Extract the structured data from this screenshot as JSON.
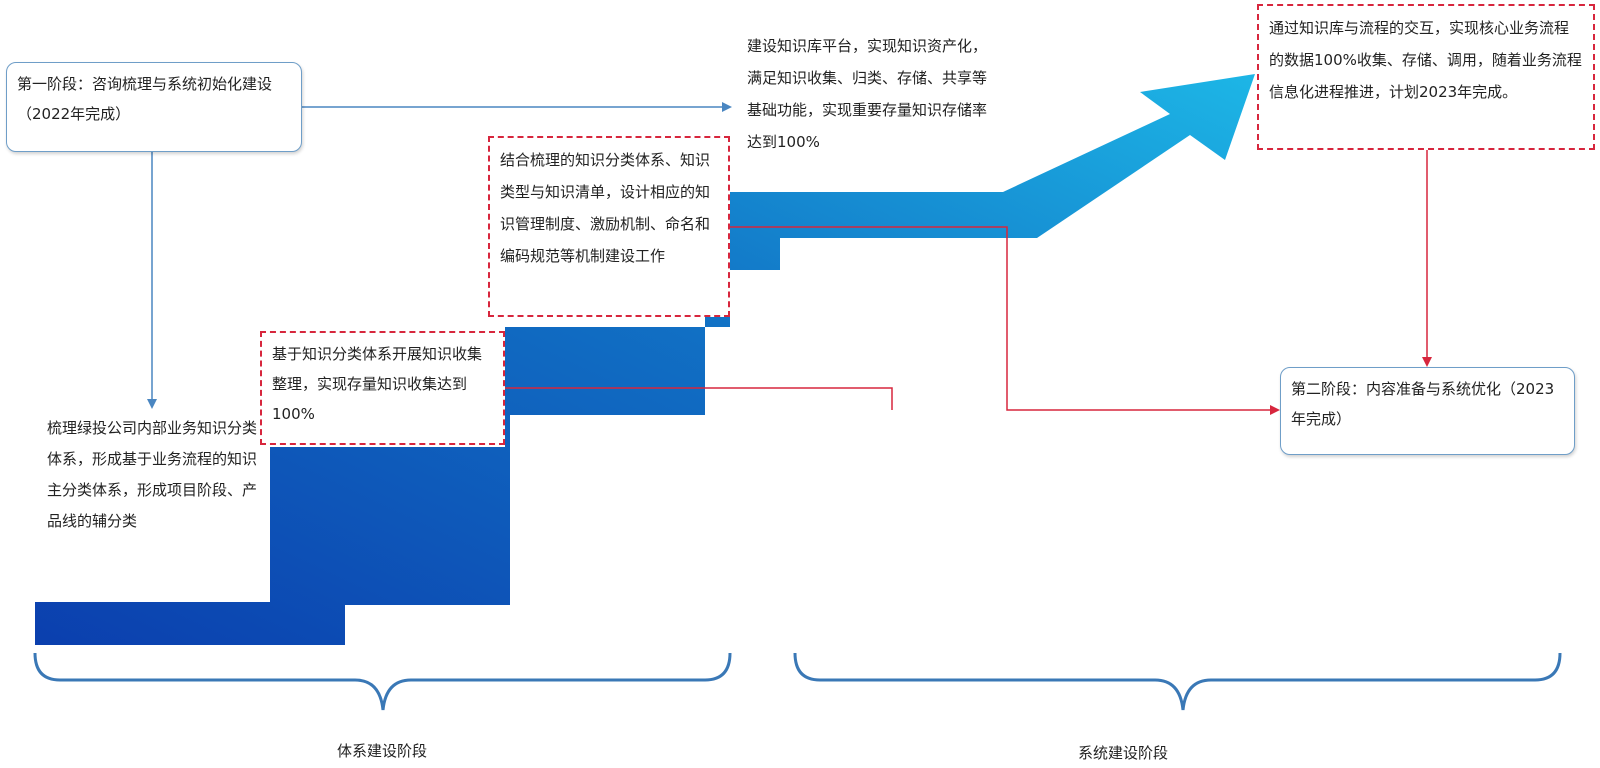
{
  "colors": {
    "staircase_light": "#1db6e6",
    "staircase_dark": "#0b3fae",
    "blue_connector": "#4a86c1",
    "red_connector": "#d7263d",
    "red_dashed_border": "#d7263d",
    "rounded_box_border": "#6f9ec8",
    "brace": "#3a78b6"
  },
  "icons": {
    "staircase_arrow": "staircase-arrow-icon",
    "brace_left": "curly-brace-icon",
    "brace_right": "curly-brace-icon"
  },
  "stage1": {
    "title": "第一阶段：咨询梳理与系统初始化建设（2022年完成）"
  },
  "stage2": {
    "title": "第二阶段：内容准备与系统优化（2023年完成）"
  },
  "steps": {
    "step1": "梳理绿投公司内部业务知识分类体系，形成基于业务流程的知识主分类体系，形成项目阶段、产品线的辅分类",
    "step2": "基于知识分类体系开展知识收集整理，实现存量知识收集达到100%",
    "step3": "结合梳理的知识分类体系、知识类型与知识清单，设计相应的知识管理制度、激励机制、命名和编码规范等机制建设工作",
    "step4": "建设知识库平台，实现知识资产化，满足知识收集、归类、存储、共享等基础功能，实现重要存量知识存储率达到100%",
    "step5": "通过知识库与流程的交互，实现核心业务流程的数据100%收集、存储、调用，随着业务流程信息化进程推进，计划2023年完成。"
  },
  "phases": {
    "left_label": "体系建设阶段",
    "right_label": "系统建设阶段"
  }
}
